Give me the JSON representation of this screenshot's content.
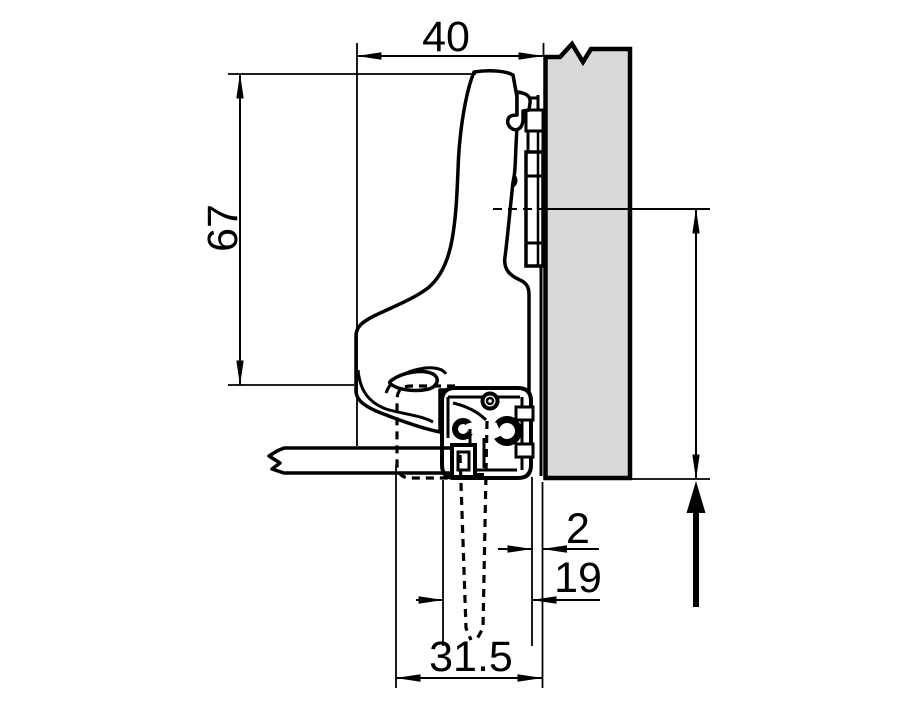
{
  "drawing": {
    "type": "technical-drawing",
    "subject": "concealed-cabinet-hinge-cross-section",
    "components": [
      "cabinet-side-panel",
      "mounting-plate",
      "hinge-arm",
      "hinge-cup",
      "door-panel",
      "drilling-depth-phantom"
    ],
    "dimensions": {
      "top_width": {
        "label": "40"
      },
      "left_height": {
        "label": "67"
      },
      "gap": {
        "label": "2"
      },
      "door_thickness": {
        "label": "19"
      },
      "overlay_depth": {
        "label": "31.5"
      }
    },
    "colors": {
      "line": "#000000",
      "panel_fill": "#d9d9d9",
      "background": "#ffffff"
    }
  }
}
